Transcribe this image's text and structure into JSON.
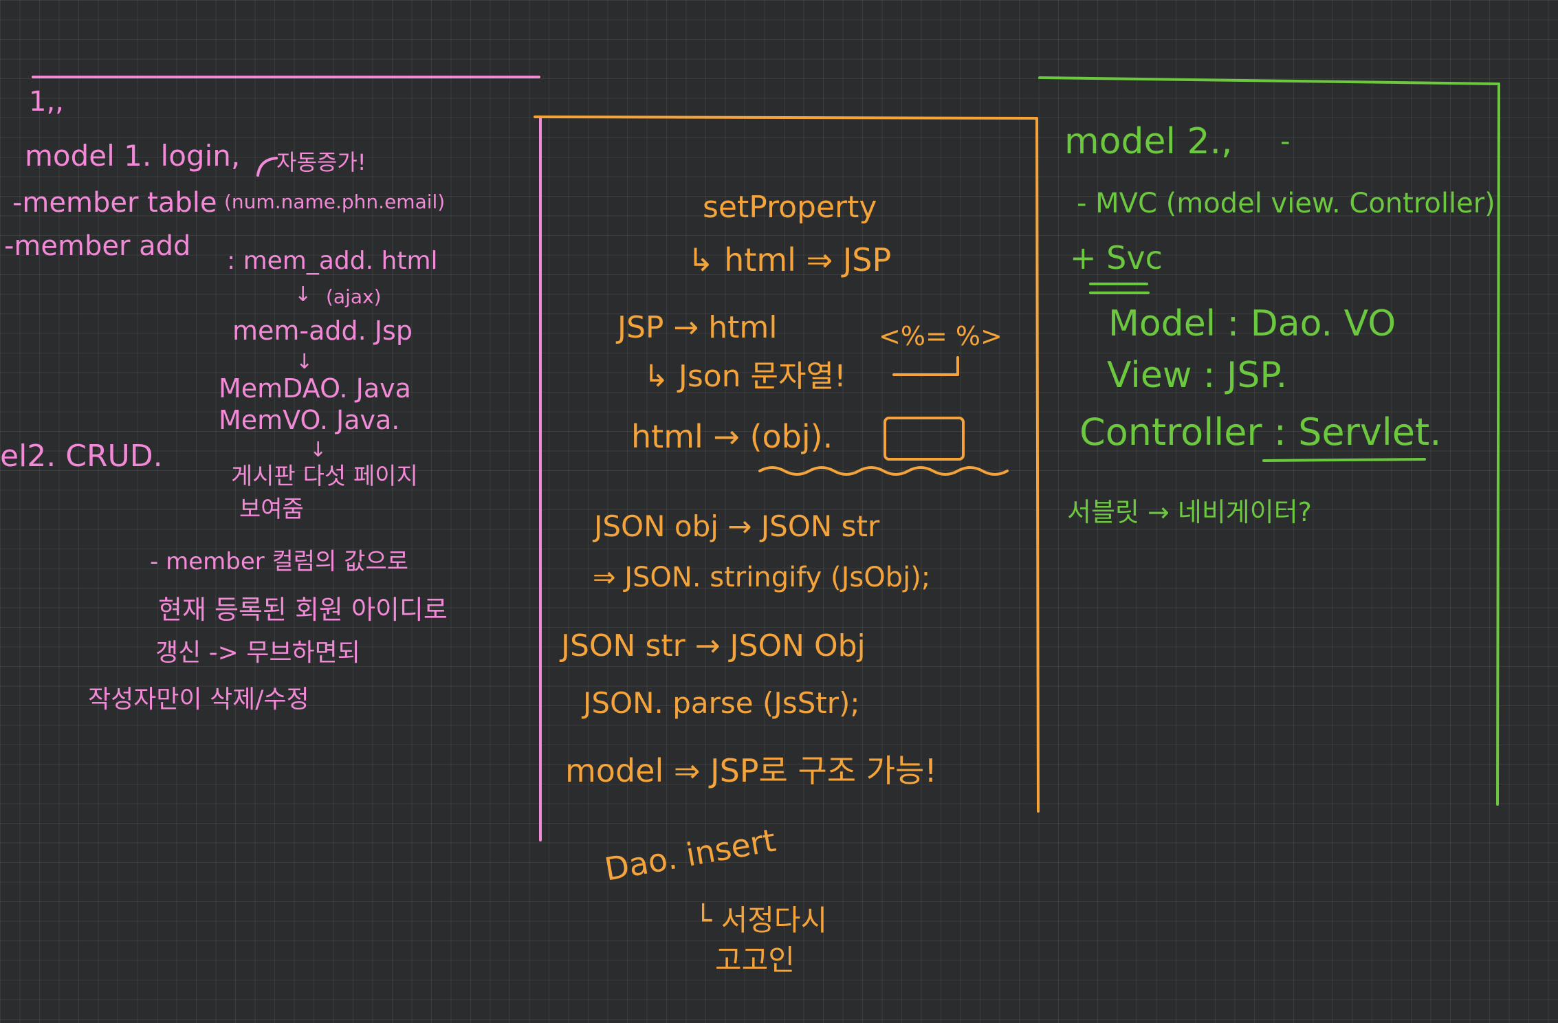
{
  "colors": {
    "background": "#2b2c2e",
    "grid": "#3c3d40",
    "pink_ink": "#f28ad8",
    "orange_ink": "#f4a43b",
    "green_ink": "#6cc83f"
  },
  "left_section": {
    "heading_number": "1,,",
    "model1_title": "model 1. login,",
    "annotation_auto": "자동증가!",
    "member_table": "-member table",
    "member_table_columns": "(num.name.phn.email)",
    "member_add": "-member add",
    "flow_html": ": mem_add. html",
    "flow_arrow_1": "↓",
    "flow_ajax": "(ajax)",
    "flow_jsp": "mem-add. Jsp",
    "flow_arrow_2": "↓",
    "flow_dao": "MemDAO. Java",
    "flow_vo": "MemVO. Java.",
    "flow_arrow_3": "↓",
    "flow_board_1": "게시판 다섯 페이지",
    "flow_board_2": "보여줌",
    "model2_crud": "el2. CRUD.",
    "note_1": "- member 컬럼의 값으로",
    "note_2": "현재 등록된 회원 아이디로",
    "note_3": "갱신 -> 무브하면되",
    "note_4": "작성자만이 삭제/수정"
  },
  "middle_section": {
    "set_property": "setProperty",
    "html_to_jsp": "↳ html ⇒ JSP",
    "jsp_to_html": "JSP → html",
    "expression_tag": "<%=  %>",
    "json_string": "↳ Json 문자열!",
    "html_obj": "html → (obj).",
    "json_obj_to_str": "JSON obj → JSON str",
    "stringify": "⇒ JSON. stringify (JsObj);",
    "json_str_to_obj": "JSON str → JSON Obj",
    "parse": "JSON. parse (JsStr);",
    "model_to_jsp": "model ⇒ JSP로 구조 가능!",
    "dao_insert": "Dao. insert",
    "dao_note_1": "└ 서정다시",
    "dao_note_2": "고고인"
  },
  "right_section": {
    "model2_title": "model 2.,",
    "mvc": "- MVC (model view. Controller)",
    "plus_svc": "+ Svc",
    "model_line": "Model : Dao. VO",
    "view_line": "View : JSP.",
    "controller_line": "Controller : Servlet.",
    "servlet_note": "서블릿 → 네비게이터?"
  }
}
